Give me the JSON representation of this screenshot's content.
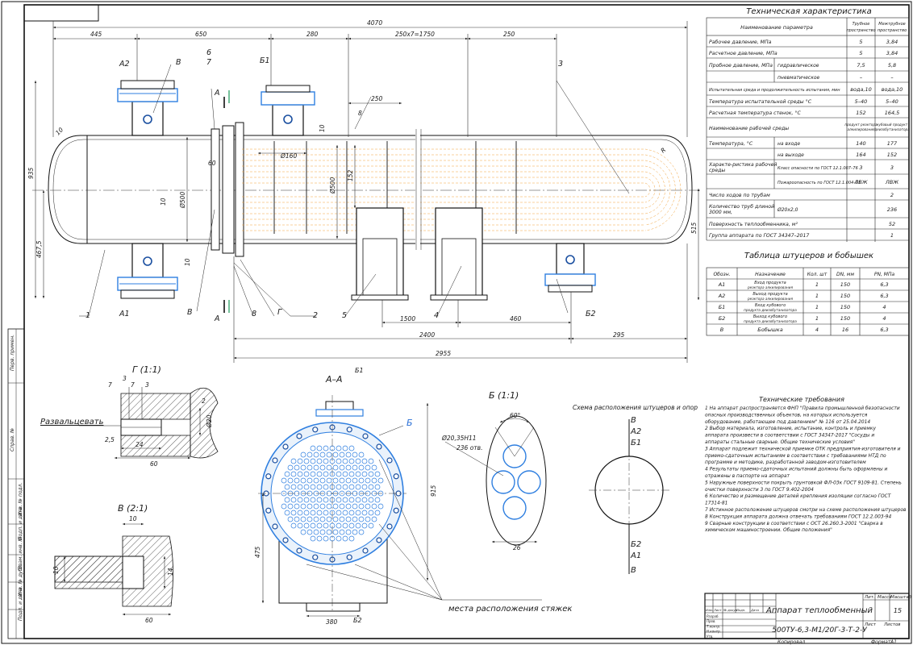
{
  "title_block": {
    "name": "Аппарат теплообменный",
    "designation": "500ТУ-6,3-М1/20Г-3-Т-2-У",
    "sheet_number": "15",
    "labels": {
      "lit": "Лит.",
      "mass": "Масса",
      "scale": "Масштаб",
      "sheet": "Лист",
      "sheets": "Листов",
      "change": "Изм.",
      "list": "Лист",
      "doc": "№ докум.",
      "sign": "Подп.",
      "date": "Дата",
      "developed": "Разраб.",
      "checked": "Пров.",
      "tcontrol": "Т.контр.",
      "ncontrol": "Н.контр.",
      "approved": "Утв.",
      "copied": "Копировал",
      "format": "Формат",
      "format_value": "А1"
    }
  },
  "tech_table": {
    "title": "Техническая характеристика",
    "col_param": "Наименование параметра",
    "col_tube": "Трубное пространство",
    "col_shell": "Межтрубное пространство",
    "rows": [
      {
        "name": "Рабочее давление, МПа",
        "tube": "5",
        "shell": "3,84"
      },
      {
        "name": "Расчетное давление, МПа",
        "tube": "5",
        "shell": "3,84"
      },
      {
        "name": "Пробное давление, МПа",
        "sub": "гидравлическое",
        "tube": "7,5",
        "shell": "5,8"
      },
      {
        "name": "",
        "sub": "пневматическое",
        "tube": "–",
        "shell": "–"
      },
      {
        "name": "Испытательная среда и продолжительность испытания, мин",
        "tube": "вода,10",
        "shell": "вода,10"
      },
      {
        "name": "Температура испытательной среды °С",
        "tube": "5–40",
        "shell": "5–40"
      },
      {
        "name": "Расчетная температура стенок, °С",
        "tube": "152",
        "shell": "164,5"
      },
      {
        "name": "Наименование рабочей среды",
        "tube": "продукт реактора алкилирования",
        "shell": "кубовый продукт деизобутанизатора"
      },
      {
        "name": "Температура, °С",
        "sub": "на входе",
        "tube": "140",
        "shell": "177"
      },
      {
        "name": "",
        "sub": "на выходе",
        "tube": "164",
        "shell": "152"
      },
      {
        "name": "Характе-ристика рабочей среды",
        "sub": "Класс опасности по ГОСТ 12.1.007–76",
        "tube": "3",
        "shell": "3"
      },
      {
        "name": "",
        "sub": "Пожароопасность по ГОСТ 12.1.004–91",
        "tube": "ЛВЖ",
        "shell": "ЛВЖ"
      },
      {
        "name": "Число ходов по трубам",
        "tube": "",
        "shell": "2"
      },
      {
        "name": "Количество труб длиной 3000 мм,",
        "sub": "Ø20х2,0",
        "tube": "",
        "shell": "236"
      },
      {
        "name": "Поверхность теплообменника, м²",
        "tube": "",
        "shell": "52"
      },
      {
        "name": "Группа аппарата по ГОСТ 34347–2017",
        "tube": "",
        "shell": "1"
      }
    ]
  },
  "nozzle_table": {
    "title": "Таблица штуцеров и бобышек",
    "headers": [
      "Обозн.",
      "Назначение",
      "Кол. шт",
      "DN, мм",
      "PN, МПа"
    ],
    "rows": [
      [
        "А1",
        "Вход продукта реактора алкилирования",
        "1",
        "150",
        "6,3"
      ],
      [
        "А2",
        "Выход продукта реактора алкилирования",
        "1",
        "150",
        "6,3"
      ],
      [
        "Б1",
        "Вход кубового продукта деизобутанизатора",
        "1",
        "150",
        "4"
      ],
      [
        "Б2",
        "Выход кубового продукта деизобутанизатора",
        "1",
        "150",
        "4"
      ],
      [
        "В",
        "Бобышка",
        "4",
        "16",
        "6,3"
      ]
    ]
  },
  "requirements": {
    "title": "Технические требования",
    "items": [
      "1 На аппарат распространяется ФНП \"Правила промышленной безопасности опасных производственных объектов, на которых используется оборудование, работающее под давлением\" № 116 от 25.04.2014",
      "2 Выбор материала, изготовление, испытание, контроль и приемку аппарата произвести в соответствии с ГОСТ 34347-2017 \"Сосуды и аппараты стальные сварные. Общие технические условия\"",
      "3 Аппарат подлежит технической приемке ОТК предприятия-изготовителя и приемо-сдаточным испытаниям в соответствии с требованиями НТД по программе и методике, разработанной заводом-изготовителем",
      "4 Результаты приемо-сдаточных испытаний должны быть оформлены и отражены в паспорте на аппарат",
      "5 Наружные поверхности покрыть грунтовкой ФЛ-03к ГОСТ 9109-81. Степень очистки поверхности 3 по ГОСТ 9.402-2004",
      "6 Количество и размещение деталей крепления изоляции согласно ГОСТ 17314-81",
      "7 Истинное расположение штуцеров смотри на схеме расположения штуцеров",
      "8 Конструкция аппарата должна отвечать требованиям ГОСТ 12.2.003-94",
      "9 Сварные конструкции в соответствии с ОСТ 26.260.3-2001 \"Сварка в химическом машиностроении. Общие положения\""
    ]
  },
  "main_view": {
    "dims_top": [
      "4070",
      "445",
      "650",
      "280",
      "250х7=1750",
      "250",
      "250",
      "8"
    ],
    "dims_bottom": [
      "1500",
      "460",
      "2400",
      "295",
      "2955"
    ],
    "dims_other": [
      "935",
      "467,5",
      "515",
      "Ø500",
      "Ø160",
      "Ø500",
      "10",
      "10",
      "10",
      "60",
      "152",
      "10",
      "R"
    ],
    "labels": [
      "А2",
      "В",
      "Б1",
      "Б2",
      "А1",
      "В",
      "А",
      "А",
      "Г",
      "6",
      "7",
      "8",
      "1",
      "2",
      "3",
      "4",
      "5"
    ]
  },
  "views": {
    "g": {
      "title": "Г (1:1)",
      "label": "Развальцевать",
      "dims": [
        "7",
        "3",
        "7",
        "3",
        "2",
        "Ø20",
        "2,5",
        "24",
        "60"
      ]
    },
    "v": {
      "title": "В (2:1)",
      "dims": [
        "10",
        "10",
        "14",
        "60"
      ]
    },
    "aa": {
      "title": "А–А",
      "label_b": "Б",
      "b1": "Б1",
      "b2": "Б2",
      "dims": [
        "915",
        "475",
        "380"
      ],
      "note": "места расположения стяжек"
    },
    "b": {
      "title": "Б (1:1)",
      "dims": [
        "60°",
        "Ø20,35Н11",
        "236 отв.",
        "26"
      ]
    },
    "scheme": {
      "title": "Схема расположения штуцеров и опор",
      "labels": [
        "В",
        "А2",
        "Б1",
        "Б2",
        "А1",
        "В"
      ]
    }
  },
  "side_labels": [
    "Подп. и дата",
    "Инв. № дубл.",
    "Взам. инв. №",
    "Подп. и дата",
    "Инв. № подл.",
    "Справ. №",
    "Перв. примен."
  ]
}
